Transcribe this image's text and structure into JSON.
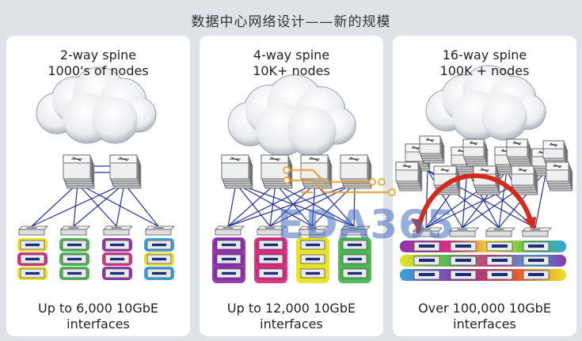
{
  "title": "数据中心网络设计——新的规模",
  "panels": [
    {
      "head_line1": "2-way spine",
      "head_line2": "1000's of nodes",
      "foot_line1": "Up to 6,000 10GbE",
      "foot_line2": "interfaces"
    },
    {
      "head_line1": "4-way spine",
      "head_line2": "10K+ nodes",
      "foot_line1": "Up to 12,000 10GbE",
      "foot_line2": "interfaces"
    },
    {
      "head_line1": "16-way spine",
      "head_line2": "100K + nodes",
      "foot_line1": "Over 100,000 10GbE",
      "foot_line2": "interfaces"
    }
  ],
  "watermark": "EDA365",
  "colors": {
    "background": "#dfe2e7",
    "panel": "#ffffff",
    "link_line": "#23309a",
    "cloud_shade": "#9aa0a8",
    "arrow": "#d42a1c",
    "rack_colors": [
      "#e8e21f",
      "#d6247a",
      "#8b2aa6",
      "#2e9fd8",
      "#45b34a",
      "#e03a2a"
    ]
  },
  "icons": [
    "cloud-icon",
    "spine-switch-icon",
    "leaf-switch-icon",
    "server-icon",
    "redistribution-arrow-icon",
    "watermark-logo-icon"
  ]
}
